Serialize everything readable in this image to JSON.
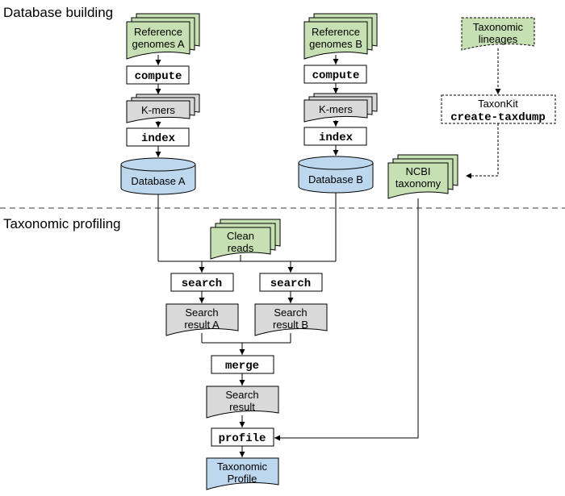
{
  "sections": {
    "database_building": "Database building",
    "taxonomic_profiling": "Taxonomic profiling"
  },
  "inputs": {
    "ref_a": [
      "Reference",
      "genomes A"
    ],
    "ref_b": [
      "Reference",
      "genomes B"
    ],
    "taxonomic_lineages": [
      "Taxonomic",
      "lineages"
    ],
    "clean_reads": [
      "Clean",
      "reads"
    ],
    "ncbi_taxonomy": [
      "NCBI",
      "taxonomy"
    ]
  },
  "commands": {
    "compute": "compute",
    "index": "index",
    "search": "search",
    "merge": "merge",
    "profile": "profile",
    "taxonkit_tool": "TaxonKit",
    "taxonkit_cmd": "create-taxdump"
  },
  "intermediates": {
    "kmers": "K-mers",
    "search_result_a": [
      "Search",
      "result A"
    ],
    "search_result_b": [
      "Search",
      "result B"
    ],
    "search_result": [
      "Search",
      "result"
    ]
  },
  "databases": {
    "a": "Database A",
    "b": "Database B"
  },
  "outputs": {
    "taxonomic_profile": [
      "Taxonomic",
      "Profile"
    ]
  },
  "colors": {
    "green_fill": "#c6e0b4",
    "gray_fill": "#d9d9d9",
    "blue_fill": "#bdd7ee",
    "stroke": "#000000",
    "divider": "#7f7f7f"
  }
}
